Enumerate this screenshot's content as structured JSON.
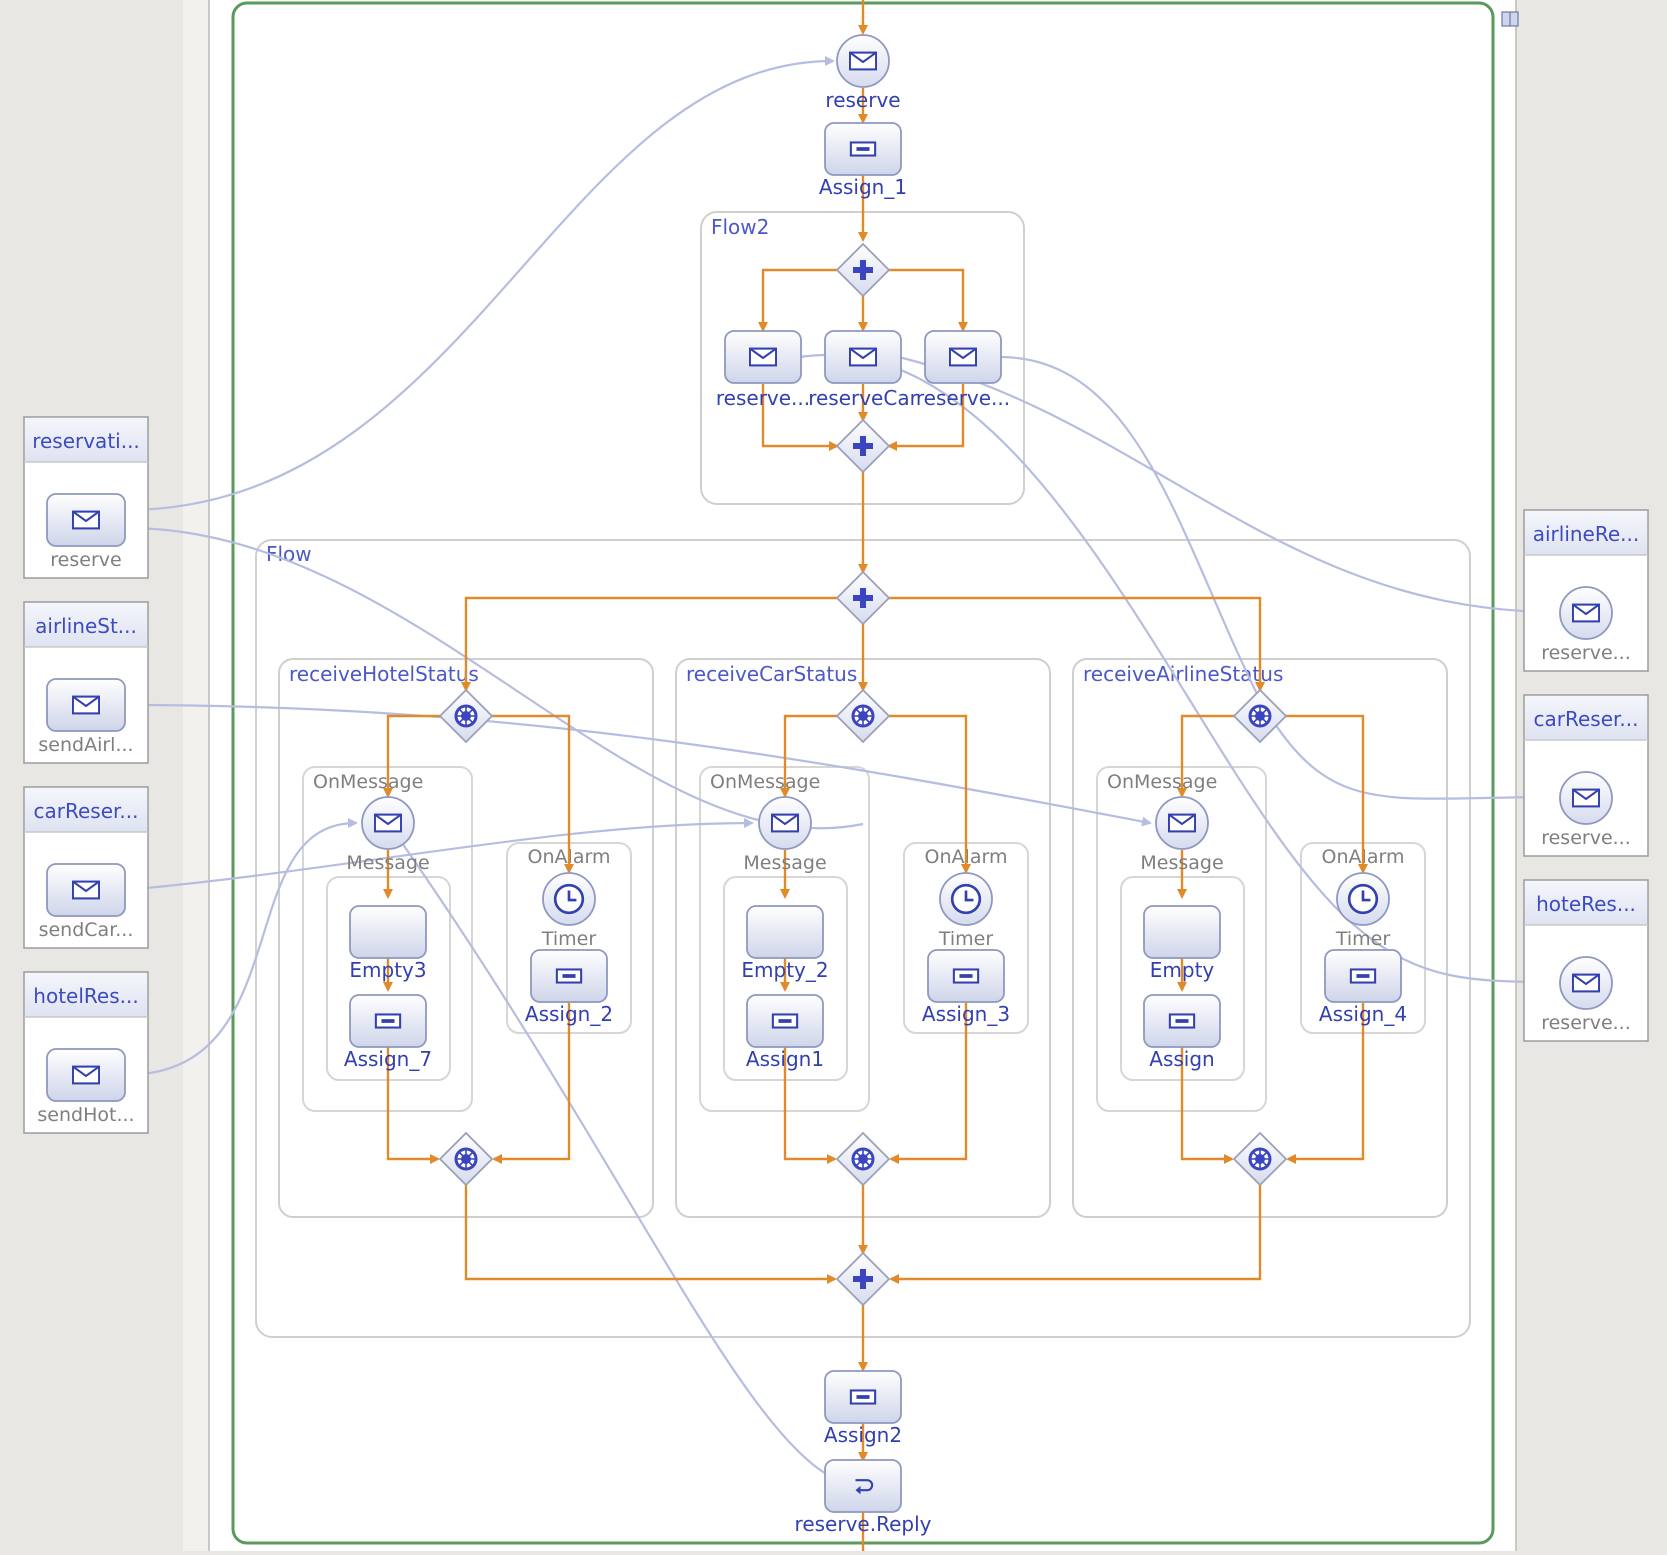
{
  "colors": {
    "canvas": "#e8e7e3",
    "process_border": "#5a9a5a",
    "flow_arrow": "#e08a2a",
    "link_line": "#b6bde0",
    "icon_blue": "#3340b0",
    "label_blue": "#3340b0"
  },
  "left_partners": [
    {
      "title": "reservati...",
      "op": "reserve",
      "icon": "envelope-icon"
    },
    {
      "title": "airlineSt...",
      "op": "sendAirl...",
      "icon": "envelope-icon"
    },
    {
      "title": "carReser...",
      "op": "sendCar...",
      "icon": "envelope-icon"
    },
    {
      "title": "hotelRes...",
      "op": "sendHot...",
      "icon": "envelope-icon"
    }
  ],
  "right_partners": [
    {
      "title": "airlineRe...",
      "op": "reserve...",
      "icon": "envelope-icon"
    },
    {
      "title": "carReser...",
      "op": "reserve...",
      "icon": "envelope-icon"
    },
    {
      "title": "hoteRes...",
      "op": "reserve...",
      "icon": "envelope-icon"
    }
  ],
  "process": {
    "receive": "reserve",
    "assign_top": "Assign_1",
    "flow2": {
      "label": "Flow2",
      "invokes": [
        "reserve...",
        "reserveCar",
        "reserve..."
      ]
    },
    "flow": {
      "label": "Flow",
      "picks": [
        {
          "label": "receiveHotelStatus",
          "onmessage": "OnMessage",
          "message": "Message",
          "empty": "Empty3",
          "assign": "Assign_7",
          "onalarm": "OnAlarm",
          "timer": "Timer",
          "alarm_assign": "Assign_2"
        },
        {
          "label": "receiveCarStatus",
          "onmessage": "OnMessage",
          "message": "Message",
          "empty": "Empty_2",
          "assign": "Assign1",
          "onalarm": "OnAlarm",
          "timer": "Timer",
          "alarm_assign": "Assign_3"
        },
        {
          "label": "receiveAirlineStatus",
          "onmessage": "OnMessage",
          "message": "Message",
          "empty": "Empty",
          "assign": "Assign",
          "onalarm": "OnAlarm",
          "timer": "Timer",
          "alarm_assign": "Assign_4"
        }
      ]
    },
    "assign_bottom": "Assign2",
    "reply": "reserve.Reply"
  }
}
